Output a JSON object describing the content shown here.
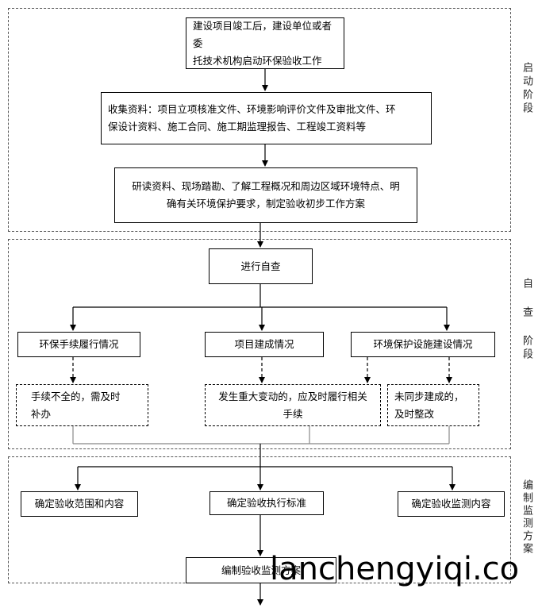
{
  "stages": [
    {
      "id": "start",
      "label": "启动阶段"
    },
    {
      "id": "self",
      "label": "自 查 阶段"
    },
    {
      "id": "plan",
      "label": "编制监测方案"
    }
  ],
  "nodes": {
    "n1": "建设项目竣工后，建设单位或者委\n托技术机构启动环保验收工作",
    "n2": "收集资料：项目立项核准文件、环境影响评价文件及审批文件、环\n保设计资料、施工合同、施工期监理报告、工程竣工资料等",
    "n3": "研读资料、现场踏勘、了解工程概况和周边区域环境特点、明\n确有关环境保护要求，制定验收初步工作方案",
    "n4": "进行自查",
    "n5": "环保手续履行情况",
    "n6": "项目建成情况",
    "n7": "环境保护设施建设情况",
    "n8": "手续不全的，需及时\n补办",
    "n9": "发生重大变动的，应及时履行相关\n手续",
    "n10": "未同步建成的，\n及时整改",
    "n11": "确定验收范围和内容",
    "n12": "确定验收执行标准",
    "n13": "确定验收监测内容",
    "n14": "编制验收监测方案"
  },
  "watermark": "lanchengyiqi.co"
}
